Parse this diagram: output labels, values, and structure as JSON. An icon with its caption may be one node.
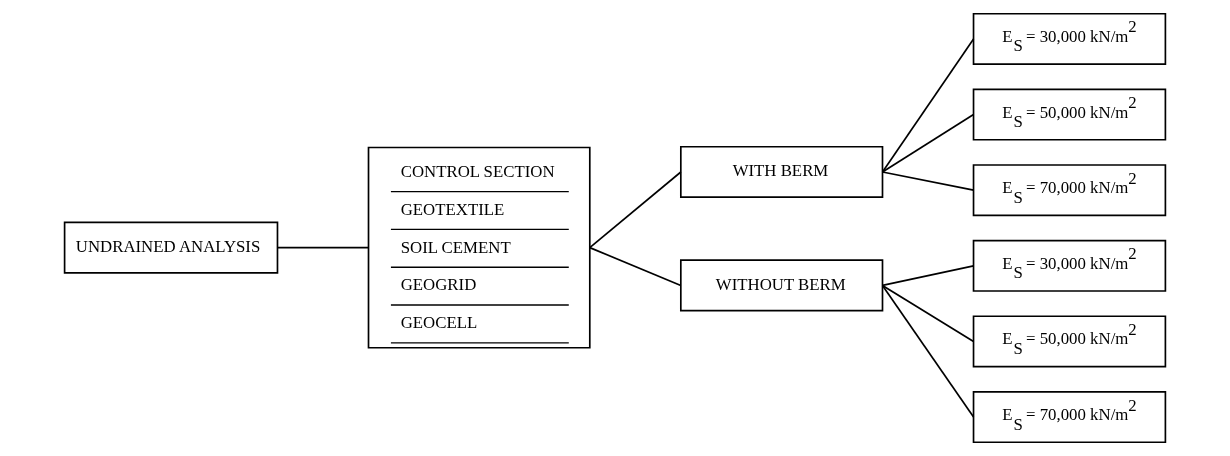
{
  "diagram": {
    "nodes": [
      {
        "text": [
          "UNDRAINED ANALYSIS"
        ]
      },
      {
        "text": [
          "CONTROL SECTION",
          "GEOTEXTILE",
          "SOIL CEMENT",
          "GEOGRID",
          "GEOCELL"
        ]
      },
      {
        "text": [
          "WITH BERM"
        ]
      },
      {
        "text": [
          "E$_{S}$ = 30,000 kN/m$^{2}$"
        ]
      },
      {
        "text": [
          "E$_{S}$ = 50,000 kN/m$^{2}$"
        ]
      },
      {
        "text": [
          "E$_{S}$ = 70,000 kN/m$^{2}$"
        ]
      },
      {
        "text": [
          "WITHOUT BERM"
        ]
      },
      {
        "text": [
          "E$_{S}$ = 30,000 kN/m$^{2}$"
        ]
      },
      {
        "text": [
          "E$_{S}$ = 50,000 kN/m$^{2}$"
        ]
      },
      {
        "text": [
          "E$_{S}$ = 70,000 kN/m$^{2}$"
        ]
      }
    ],
    "edges": [
      {
        "from": 0,
        "to": 1,
        "arrow": "none"
      },
      {
        "from": 1,
        "to": 2,
        "arrow": "none"
      },
      {
        "from": 1,
        "to": 6,
        "arrow": "none"
      },
      {
        "from": 2,
        "to": 3,
        "arrow": "none"
      },
      {
        "from": 2,
        "to": 4,
        "arrow": "none"
      },
      {
        "from": 2,
        "to": 5,
        "arrow": "none"
      },
      {
        "from": 6,
        "to": 7,
        "arrow": "none"
      },
      {
        "from": 6,
        "to": 8,
        "arrow": "none"
      },
      {
        "from": 6,
        "to": 9,
        "arrow": "none"
      }
    ]
  }
}
